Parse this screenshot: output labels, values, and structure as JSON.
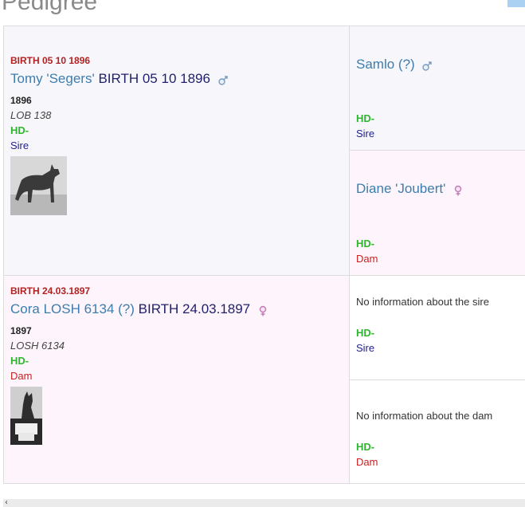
{
  "page": {
    "title": "Pedigree"
  },
  "sire": {
    "birth_header": "BIRTH 05 10 1896",
    "name": "Tomy 'Segers'",
    "birth_inline": "BIRTH 05 10 1896",
    "sex_icon": "male-icon",
    "year": "1896",
    "reg": "LOB 138",
    "hd": "HD-",
    "role": "Sire"
  },
  "sire_sire": {
    "name": "Samlo (?)",
    "sex_icon": "male-icon",
    "hd": "HD-",
    "role": "Sire"
  },
  "sire_dam": {
    "name": "Diane 'Joubert'",
    "sex_icon": "female-icon",
    "hd": "HD-",
    "role": "Dam"
  },
  "dam": {
    "birth_header": "BIRTH 24.03.1897",
    "name": "Cora LOSH 6134 (?)",
    "birth_inline": "BIRTH 24.03.1897",
    "sex_icon": "female-icon",
    "year": "1897",
    "reg": "LOSH 6134",
    "hd": "HD-",
    "role": "Dam"
  },
  "dam_sire": {
    "text": "No information about the sire",
    "hd": "HD-",
    "role": "Sire"
  },
  "dam_dam": {
    "text": "No information about the dam",
    "hd": "HD-",
    "role": "Dam"
  },
  "colors": {
    "link": "#3d7dae",
    "birth_red": "#b22222",
    "hd_green": "#2fb52f",
    "sire_blue": "#1f1f8b",
    "dam_red": "#cc2020",
    "male_bg": "#f7f7fb",
    "female_bg": "#fdf5fb"
  }
}
